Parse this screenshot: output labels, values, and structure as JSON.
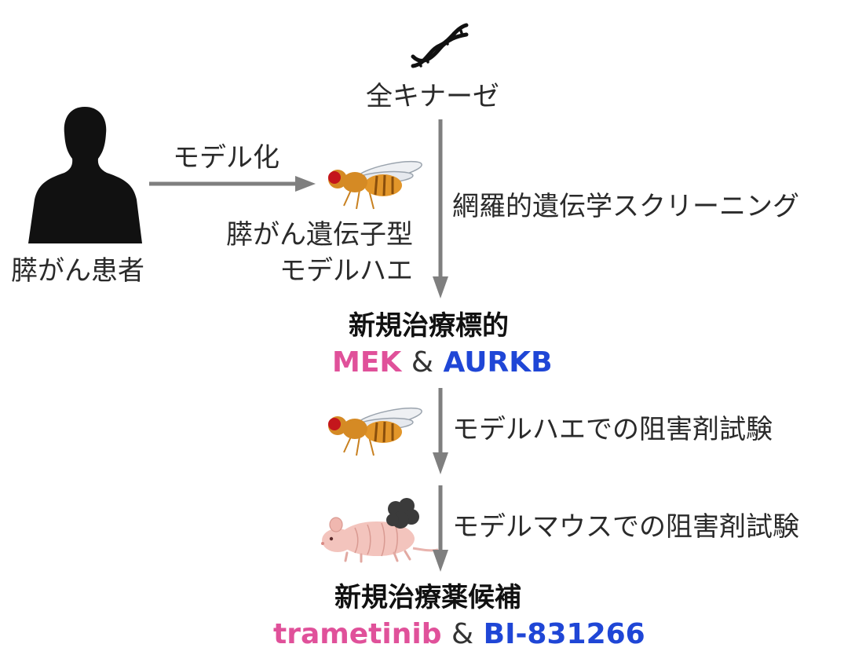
{
  "labels": {
    "all_kinases": "全キナーゼ",
    "modeling": "モデル化",
    "patient": "膵がん患者",
    "genotype_line1": "膵がん遺伝子型",
    "genotype_line2": "モデルハエ",
    "screening": "網羅的遺伝学スクリーニング",
    "new_targets_heading": "新規治療標的",
    "fly_inhibitor_test": "モデルハエでの阻害剤試験",
    "mouse_inhibitor_test": "モデルマウスでの阻害剤試験",
    "new_drug_candidates_heading": "新規治療薬候補"
  },
  "targets": {
    "first": "MEK",
    "separator": "&",
    "second": "AURKB"
  },
  "drugs": {
    "first": "trametinib",
    "separator": "&",
    "second": "BI-831266"
  },
  "icons": [
    "dna-icon",
    "human-silhouette-icon",
    "fruit-fly-icon",
    "mouse-icon",
    "tumor-icon"
  ],
  "colors": {
    "pink": "#e0519a",
    "blue": "#1f46d6",
    "arrow": "#7f7f7f",
    "silhouette": "#111111"
  }
}
